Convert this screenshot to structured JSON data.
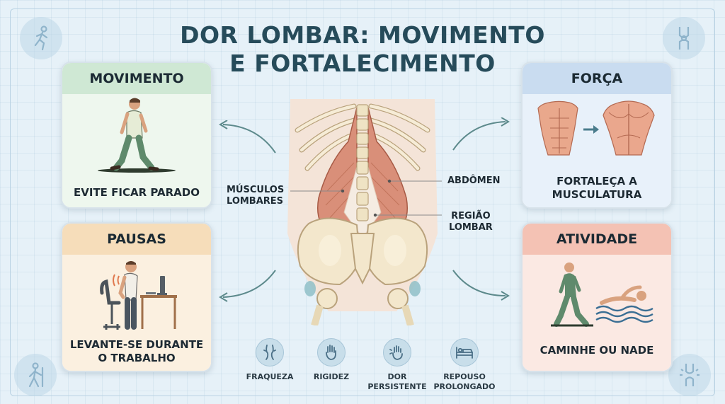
{
  "title": {
    "line1": "DOR LOMBAR: MOVIMENTO",
    "line2": "E FORTALECIMENTO"
  },
  "cards": {
    "movimento": {
      "heading": "MOVIMENTO",
      "caption": "EVITE FICAR PARADO"
    },
    "pausas": {
      "heading": "PAUSAS",
      "caption_line1": "LEVANTE-SE DURANTE",
      "caption_line2": "O TRABALHO"
    },
    "forca": {
      "heading": "FORÇA",
      "caption_line1": "FORTALEÇA A",
      "caption_line2": "MUSCULATURA"
    },
    "atividade": {
      "heading": "ATIVIDADE",
      "caption": "CAMINHE OU NADE"
    }
  },
  "anatomy_labels": {
    "musculos_line1": "MÚSCULOS",
    "musculos_line2": "LOMBARES",
    "abdomen": "ABDÔMEN",
    "regiao_line1": "REGIÃO",
    "regiao_line2": "LOMBAR"
  },
  "symptoms": [
    {
      "line1": "FRAQUEZA",
      "line2": "",
      "icon": "weak-legs-icon"
    },
    {
      "line1": "RIGIDEZ",
      "line2": "",
      "icon": "stiff-hand-icon"
    },
    {
      "line1": "DOR",
      "line2": "PERSISTENTE",
      "icon": "pain-hand-icon"
    },
    {
      "line1": "REPOUSO",
      "line2": "PROLONGADO",
      "icon": "bed-icon"
    }
  ],
  "colors": {
    "title": "#264b5a",
    "movimento_header": "#cfe8d4",
    "pausas_header": "#f6ddba",
    "forca_header": "#c9dcf0",
    "atividade_header": "#f4c2b4",
    "muscle": "#d98f79",
    "bone": "#f3e7cc"
  }
}
